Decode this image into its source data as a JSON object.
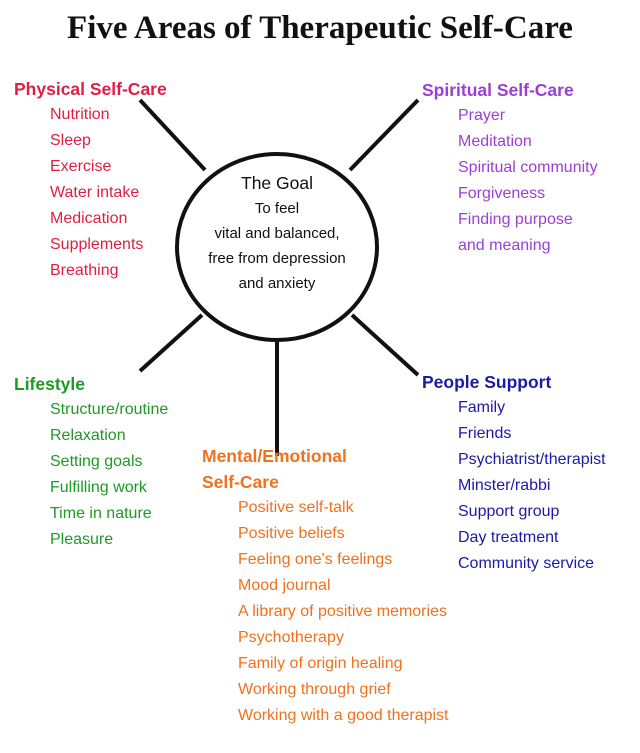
{
  "title": "Five Areas of Therapeutic Self-Care",
  "goal": {
    "heading": "The Goal",
    "lines": [
      "To feel",
      "vital and balanced,",
      "free from depression",
      "and anxiety"
    ]
  },
  "colors": {
    "physical": "#e01e44",
    "spiritual": "#9b3fd4",
    "lifestyle": "#1f9a24",
    "people": "#1c1aa6",
    "mental": "#f0711e"
  },
  "areas": {
    "physical": {
      "heading": [
        "Physical Self-Care"
      ],
      "items": [
        "Nutrition",
        "Sleep",
        "Exercise",
        "Water intake",
        "Medication",
        "Supplements",
        "Breathing"
      ]
    },
    "spiritual": {
      "heading": [
        "Spiritual Self-Care"
      ],
      "items": [
        "Prayer",
        "Meditation",
        "Spiritual community",
        "Forgiveness",
        "Finding purpose",
        "and meaning"
      ]
    },
    "lifestyle": {
      "heading": [
        "Lifestyle"
      ],
      "items": [
        "Structure/routine",
        "Relaxation",
        "Setting goals",
        "Fulfilling work",
        "Time in nature",
        "Pleasure"
      ]
    },
    "people": {
      "heading": [
        "People Support"
      ],
      "items": [
        "Family",
        "Friends",
        "Psychiatrist/therapist",
        "Minster/rabbi",
        "Support group",
        "Day treatment",
        "Community service"
      ]
    },
    "mental": {
      "heading": [
        "Mental/Emotional",
        "Self-Care"
      ],
      "items": [
        "Positive self-talk",
        "Positive beliefs",
        "Feeling one's feelings",
        "Mood journal",
        "A library of positive memories",
        "Psychotherapy",
        "Family of origin healing",
        "Working through grief",
        "Working with a good therapist"
      ]
    }
  }
}
